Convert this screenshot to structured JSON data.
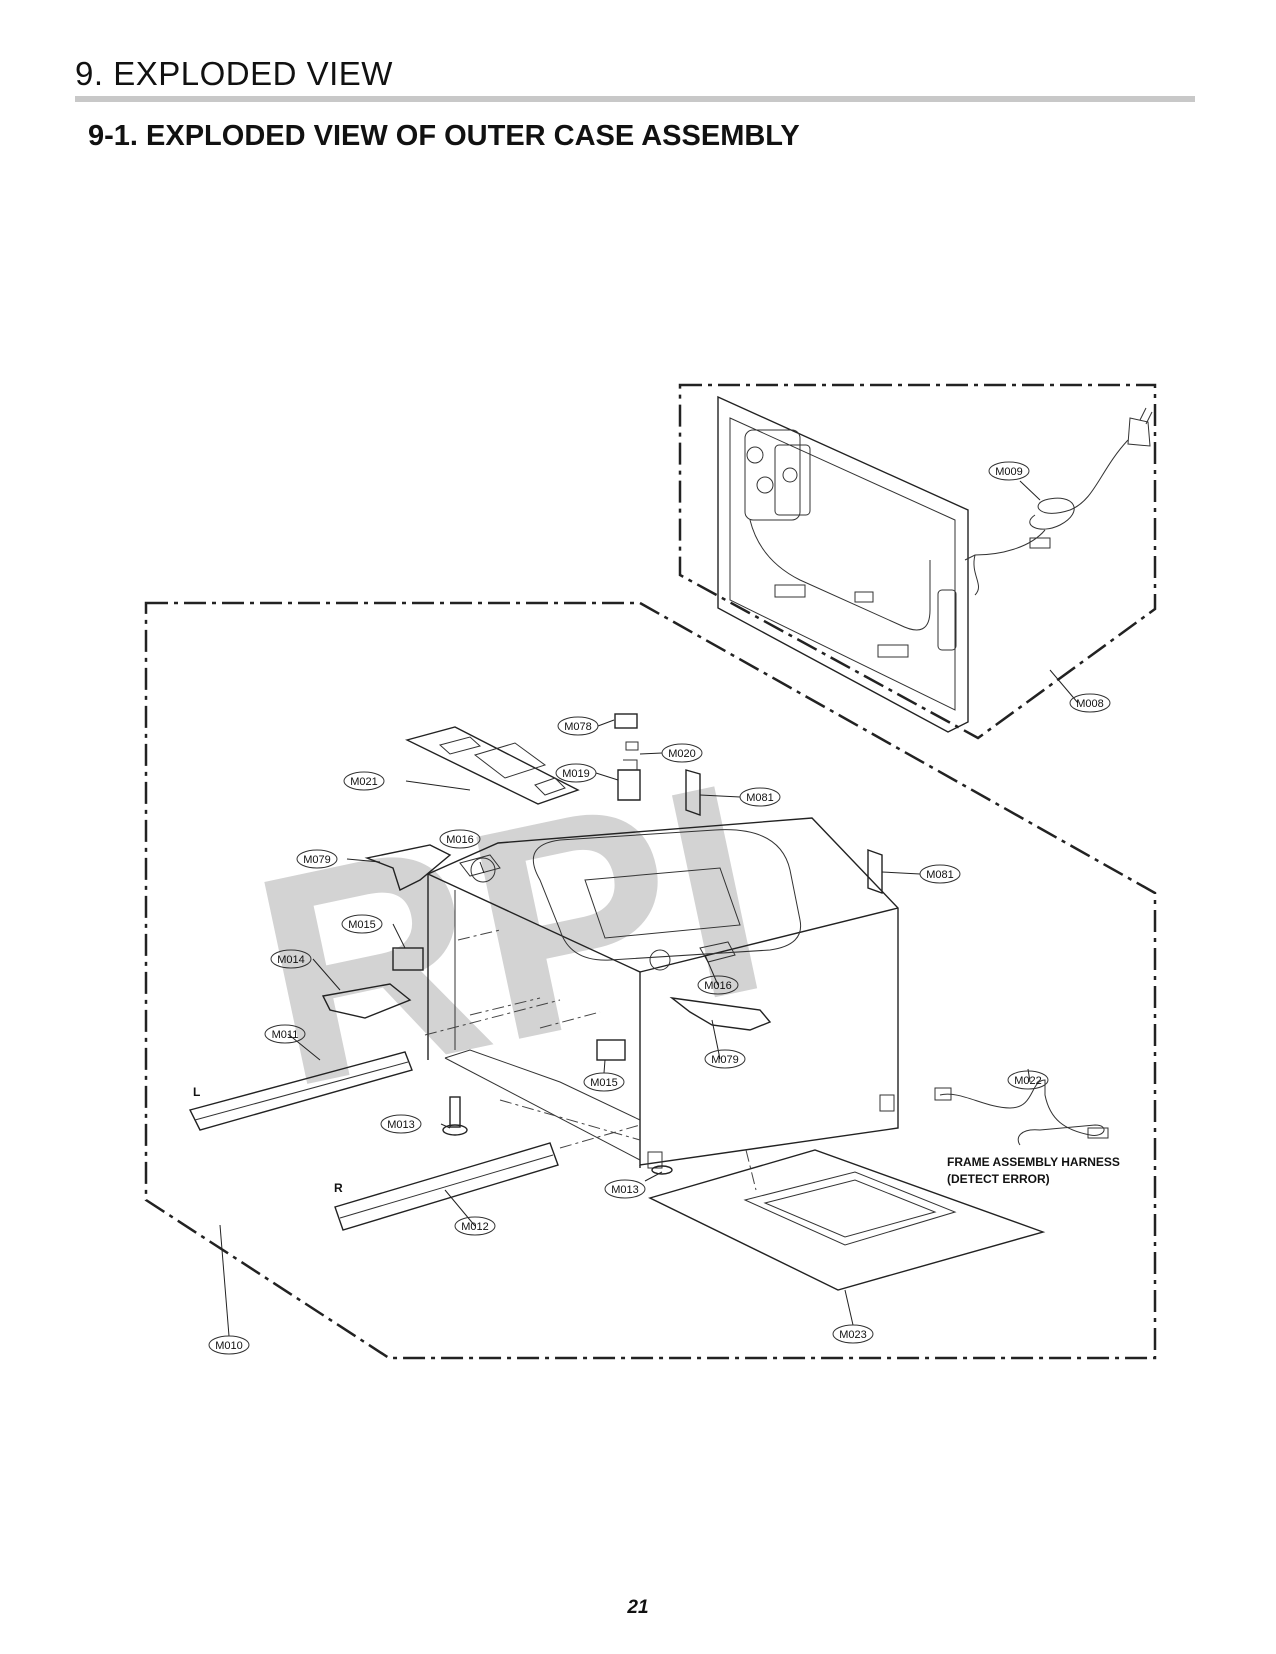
{
  "header": {
    "section_title": "9. EXPLODED VIEW",
    "subsection_title": "9-1. EXPLODED VIEW OF OUTER CASE ASSEMBLY"
  },
  "watermark": "RPI",
  "callouts": {
    "M008": "M008",
    "M009": "M009",
    "M010": "M010",
    "M011": "M011",
    "M012": "M012",
    "M013_a": "M013",
    "M013_b": "M013",
    "M014": "M014",
    "M015_a": "M015",
    "M015_b": "M015",
    "M016_a": "M016",
    "M016_b": "M016",
    "M019": "M019",
    "M020": "M020",
    "M021": "M021",
    "M022": "M022",
    "M023": "M023",
    "M078": "M078",
    "M079_a": "M079",
    "M079_b": "M079",
    "M081_a": "M081",
    "M081_b": "M081"
  },
  "side_labels": {
    "left": "L",
    "right": "R"
  },
  "note": {
    "line1": "FRAME ASSEMBLY HARNESS",
    "line2": "(DETECT ERROR)"
  },
  "footer": {
    "page_number": "21"
  }
}
